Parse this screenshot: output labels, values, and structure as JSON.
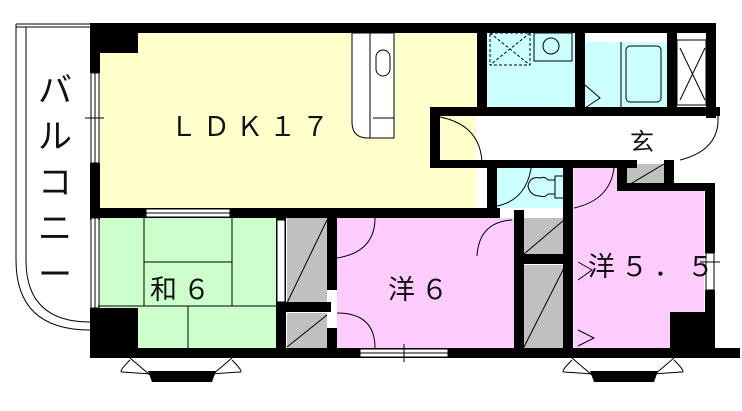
{
  "floor_plan": {
    "rooms": [
      {
        "id": "ldk",
        "label": "ＬＤＫ１７",
        "type": "living-dining-kitchen",
        "size_jo": 17,
        "color": "#ffffcc"
      },
      {
        "id": "washitsu",
        "label": "和６",
        "type": "japanese-room",
        "size_jo": 6,
        "color": "#ccffcc"
      },
      {
        "id": "yoshitsu1",
        "label": "洋６",
        "type": "western-room",
        "size_jo": 6,
        "color": "#ffccff"
      },
      {
        "id": "yoshitsu2",
        "label": "洋５．５",
        "type": "western-room",
        "size_jo": 5.5,
        "color": "#ffccff"
      },
      {
        "id": "bath",
        "label": "",
        "type": "bathroom",
        "color": "#ccffff"
      },
      {
        "id": "washroom",
        "label": "",
        "type": "washroom",
        "color": "#ccffff"
      },
      {
        "id": "toilet",
        "label": "",
        "type": "toilet",
        "color": "#ccffff"
      },
      {
        "id": "entrance",
        "label": "玄",
        "type": "entrance"
      }
    ],
    "balcony": {
      "label": "バルコニー",
      "chars": [
        "バ",
        "ル",
        "コ",
        "ニ",
        "ー"
      ]
    },
    "colors": {
      "wall": "#000000",
      "ldk": "#ffffcc",
      "washitsu": "#ccffcc",
      "yoshitsu": "#ffccff",
      "wet_area": "#ccffff",
      "closet": "#c0c0c0",
      "background": "#ffffff"
    }
  }
}
